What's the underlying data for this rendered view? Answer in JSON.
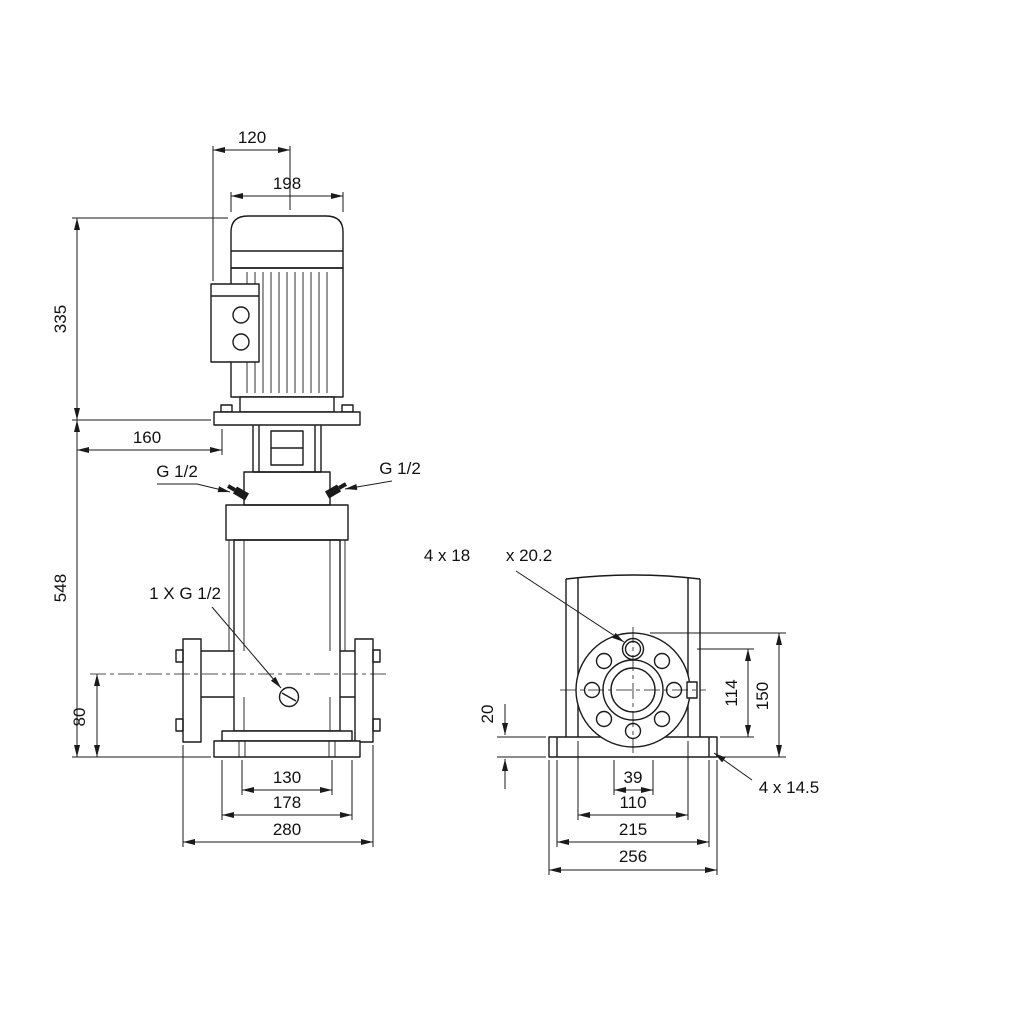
{
  "colors": {
    "line": "#1a1a1a",
    "background": "#ffffff"
  },
  "drawing": {
    "front_view": {
      "dim_120": "120",
      "dim_198": "198",
      "dim_335": "335",
      "dim_160": "160",
      "dim_548": "548",
      "port_left": "G 1/2",
      "port_right": "G 1/2",
      "drain_port": "1 X G 1/2",
      "dim_80": "80",
      "dim_130": "130",
      "dim_178": "178",
      "dim_280": "280"
    },
    "side_view": {
      "note_holes": "4 x 18",
      "note_counterbore": "x 20.2",
      "dim_20": "20",
      "dim_114": "114",
      "dim_150": "150",
      "dim_39": "39",
      "dim_110": "110",
      "dim_215": "215",
      "dim_256": "256",
      "note_base_holes": "4 x 14.5"
    }
  }
}
